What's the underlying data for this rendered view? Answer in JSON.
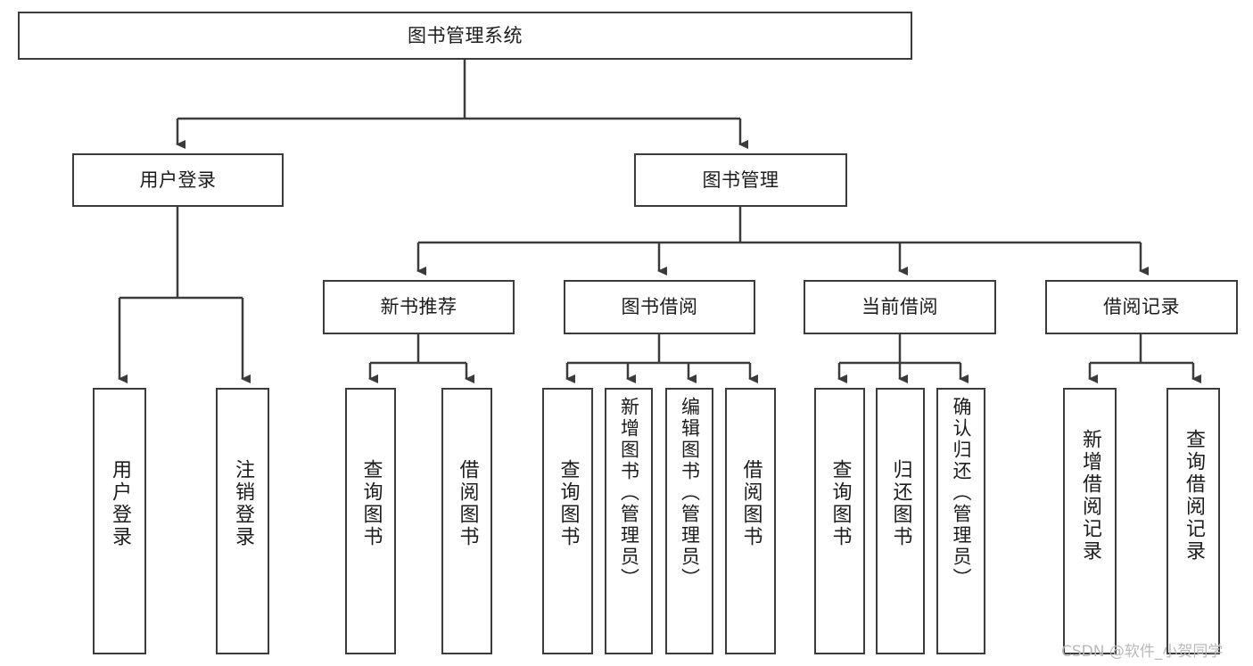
{
  "diagram": {
    "title": "图书管理系统",
    "type": "tree-hierarchy",
    "watermark": "CSDN @软件_小贺同学",
    "colors": {
      "stroke": "#3b3b3b",
      "fill": "#ffffff",
      "text": "#1c1c1c",
      "watermark": "#b9b9b9"
    },
    "nodes": {
      "root": "图书管理系统",
      "level2": {
        "user_login": "用户登录",
        "book_manage": "图书管理"
      },
      "level3": {
        "new_book_recommend": "新书推荐",
        "book_borrow": "图书借阅",
        "current_borrow": "当前借阅",
        "borrow_record": "借阅记录"
      },
      "leaves": {
        "user_login_1": "用户登录",
        "user_login_2": "注销登录",
        "recommend_1": "查询图书",
        "recommend_2": "借阅图书",
        "borrow_1": "查询图书",
        "borrow_2": "新增图书（管理员）",
        "borrow_3": "编辑图书（管理员）",
        "borrow_4": "借阅图书",
        "current_1": "查询图书",
        "current_2": "归还图书",
        "current_3": "确认归还（管理员）",
        "record_1": "新增借阅记录",
        "record_2": "查询借阅记录"
      }
    }
  }
}
